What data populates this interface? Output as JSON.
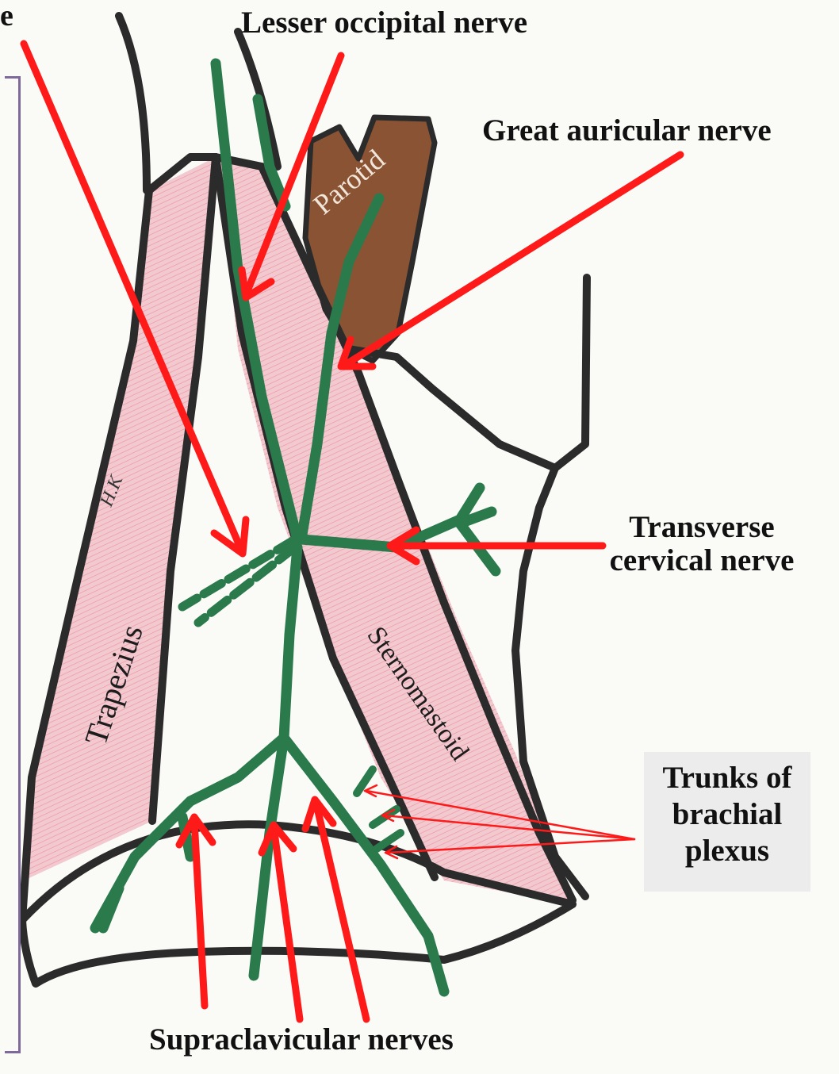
{
  "labels": {
    "top_left_fragment": "e",
    "lesser_occipital": "Lesser occipital nerve",
    "great_auricular": "Great auricular nerve",
    "transverse_cervical_1": "Transverse",
    "transverse_cervical_2": "cervical nerve",
    "trunks_1": "Trunks of",
    "trunks_2": "brachial",
    "trunks_3": "plexus",
    "supraclavicular": "Supraclavicular nerves"
  },
  "structure_labels": {
    "parotid": "Parotid",
    "trapezius": "Trapezius",
    "sternomastoid": "Sternomastoid",
    "signature": "H.K"
  },
  "colors": {
    "muscle": "#f2c4cc",
    "muscle_hatch": "#e0546a",
    "nerve": "#2a7a4c",
    "outline": "#2b2b2b",
    "parotid": "#8a5434",
    "arrow": "#ff1a1a",
    "frame": "#7d6a9a"
  }
}
